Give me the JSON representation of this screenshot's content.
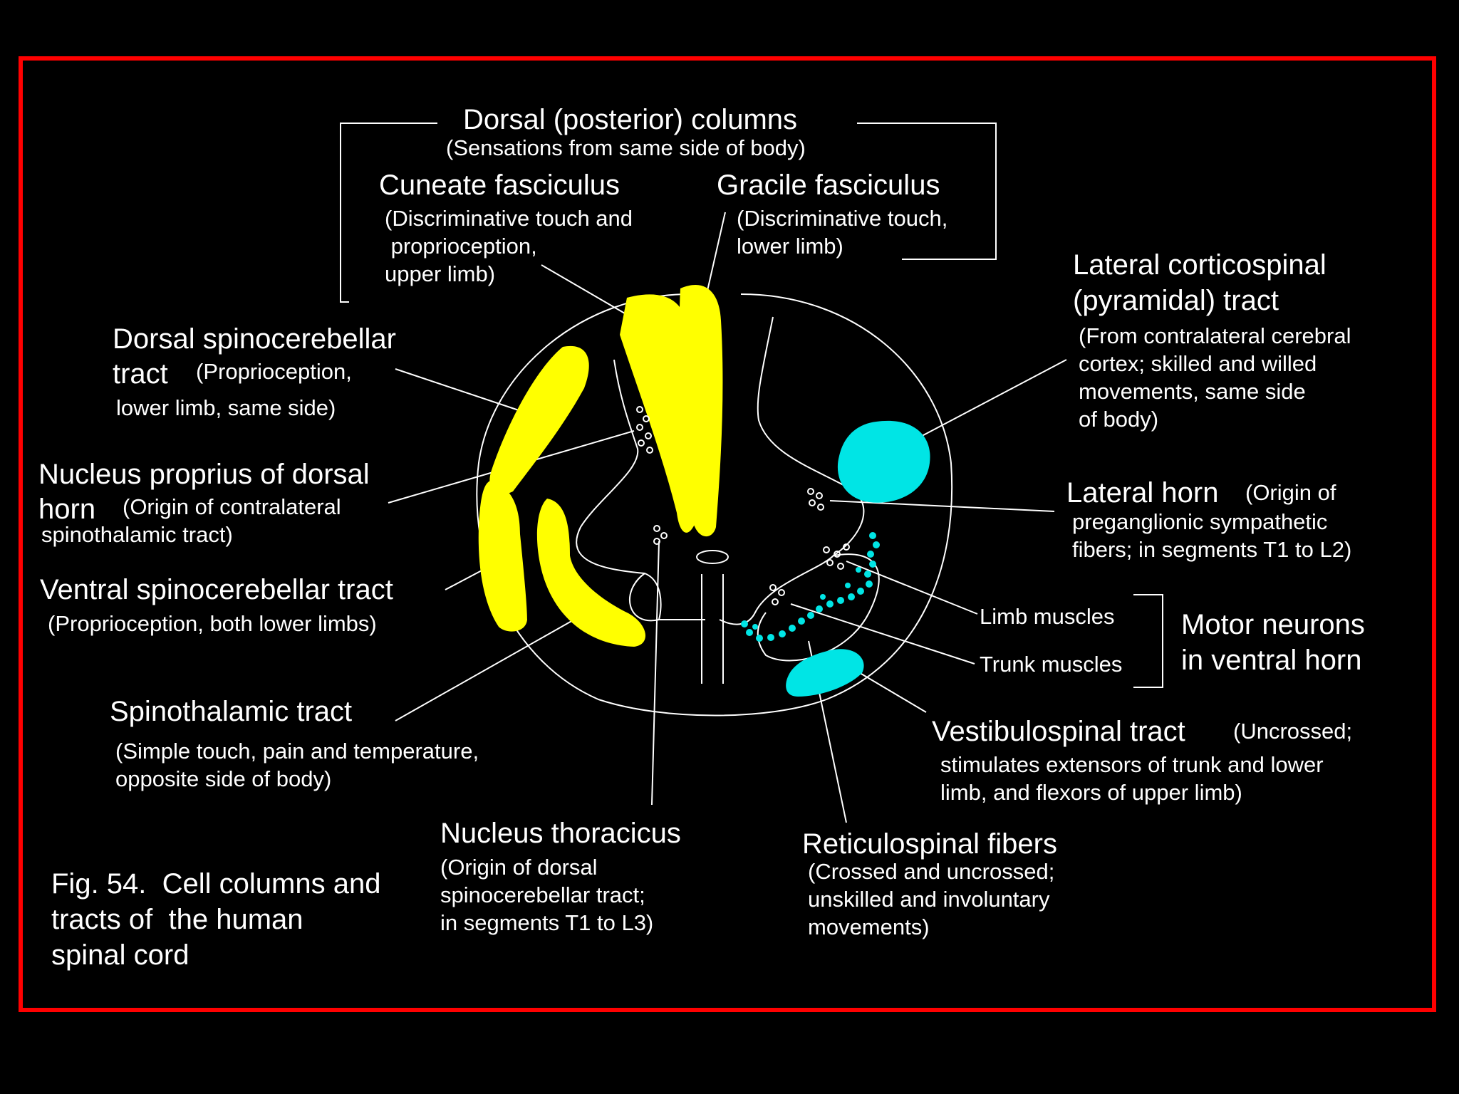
{
  "colors": {
    "background": "#000000",
    "frame": "#ff0000",
    "sensory_tracts": "#ffff00",
    "motor_tracts": "#00e5e5",
    "lines": "#ffffff"
  },
  "labels": {
    "dorsal_columns": {
      "title": "Dorsal (posterior) columns",
      "desc": "(Sensations from same side of body)"
    },
    "cuneate": {
      "title": "Cuneate fasciculus",
      "desc": "(Discriminative touch and\n proprioception,\nupper limb)"
    },
    "gracile": {
      "title": "Gracile fasciculus",
      "desc": "(Discriminative touch,\nlower limb)"
    },
    "lateral_corticospinal": {
      "title": "Lateral corticospinal\n(pyramidal) tract",
      "desc": "(From contralateral cerebral\ncortex; skilled and willed\nmovements, same side\nof body)"
    },
    "dorsal_spinocerebellar": {
      "title": "Dorsal spinocerebellar\ntract",
      "desc_inline": "(Proprioception,",
      "desc": "lower limb, same side)"
    },
    "nucleus_proprius": {
      "title": "Nucleus proprius of dorsal\nhorn",
      "desc_inline": "(Origin of contralateral",
      "desc": "spinothalamic tract)"
    },
    "lateral_horn": {
      "title": "Lateral horn",
      "desc_inline": "(Origin of",
      "desc": "preganglionic sympathetic\nfibers; in segments T1 to L2)"
    },
    "ventral_spinocerebellar": {
      "title": "Ventral spinocerebellar tract",
      "desc": "(Proprioception, both lower limbs)"
    },
    "limb_muscles": "Limb muscles",
    "trunk_muscles": "Trunk muscles",
    "motor_neurons": "Motor neurons\nin ventral horn",
    "spinothalamic": {
      "title": "Spinothalamic tract",
      "desc": "(Simple touch, pain and temperature,\nopposite side of body)"
    },
    "vestibulospinal": {
      "title": "Vestibulospinal tract",
      "desc_inline": "(Uncrossed;",
      "desc": "stimulates extensors of trunk and lower\nlimb, and flexors of upper limb)"
    },
    "nucleus_thoracicus": {
      "title": "Nucleus thoracicus",
      "desc": "(Origin of dorsal\nspinocerebellar tract;\nin segments T1 to L3)"
    },
    "reticulospinal": {
      "title": "Reticulospinal fibers",
      "desc": "(Crossed and uncrossed;\nunskilled and involuntary\nmovements)"
    },
    "caption": "Fig. 54.  Cell columns and\ntracts of  the human\nspinal cord"
  }
}
